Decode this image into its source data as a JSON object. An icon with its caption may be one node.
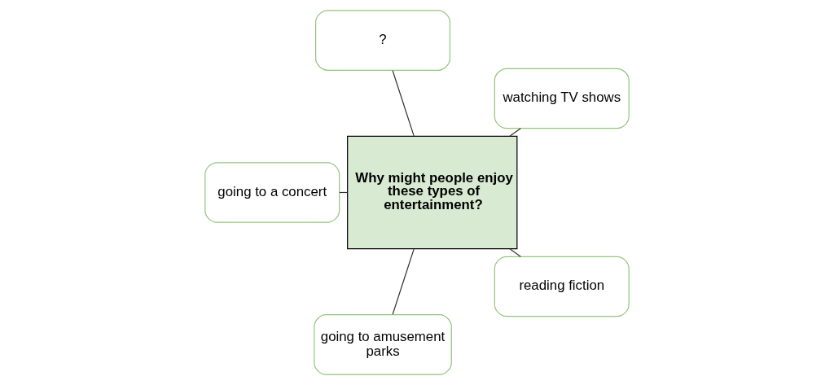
{
  "diagram": {
    "nodes": [
      {
        "text": [
          "Why might people enjoy these types of entertainment?"
        ]
      },
      {
        "text": [
          "watching TV shows"
        ]
      },
      {
        "text": [
          "?"
        ]
      },
      {
        "text": [
          "going to a concert"
        ]
      },
      {
        "text": [
          "going to amusement parks"
        ]
      },
      {
        "text": [
          "reading fiction"
        ]
      }
    ],
    "edges": [
      {
        "from": 0,
        "to": 1,
        "arrow": "none"
      },
      {
        "from": 0,
        "to": 2,
        "arrow": "none"
      },
      {
        "from": 0,
        "to": 3,
        "arrow": "none"
      },
      {
        "from": 0,
        "to": 4,
        "arrow": "none"
      },
      {
        "from": 0,
        "to": 5,
        "arrow": "none"
      }
    ]
  }
}
